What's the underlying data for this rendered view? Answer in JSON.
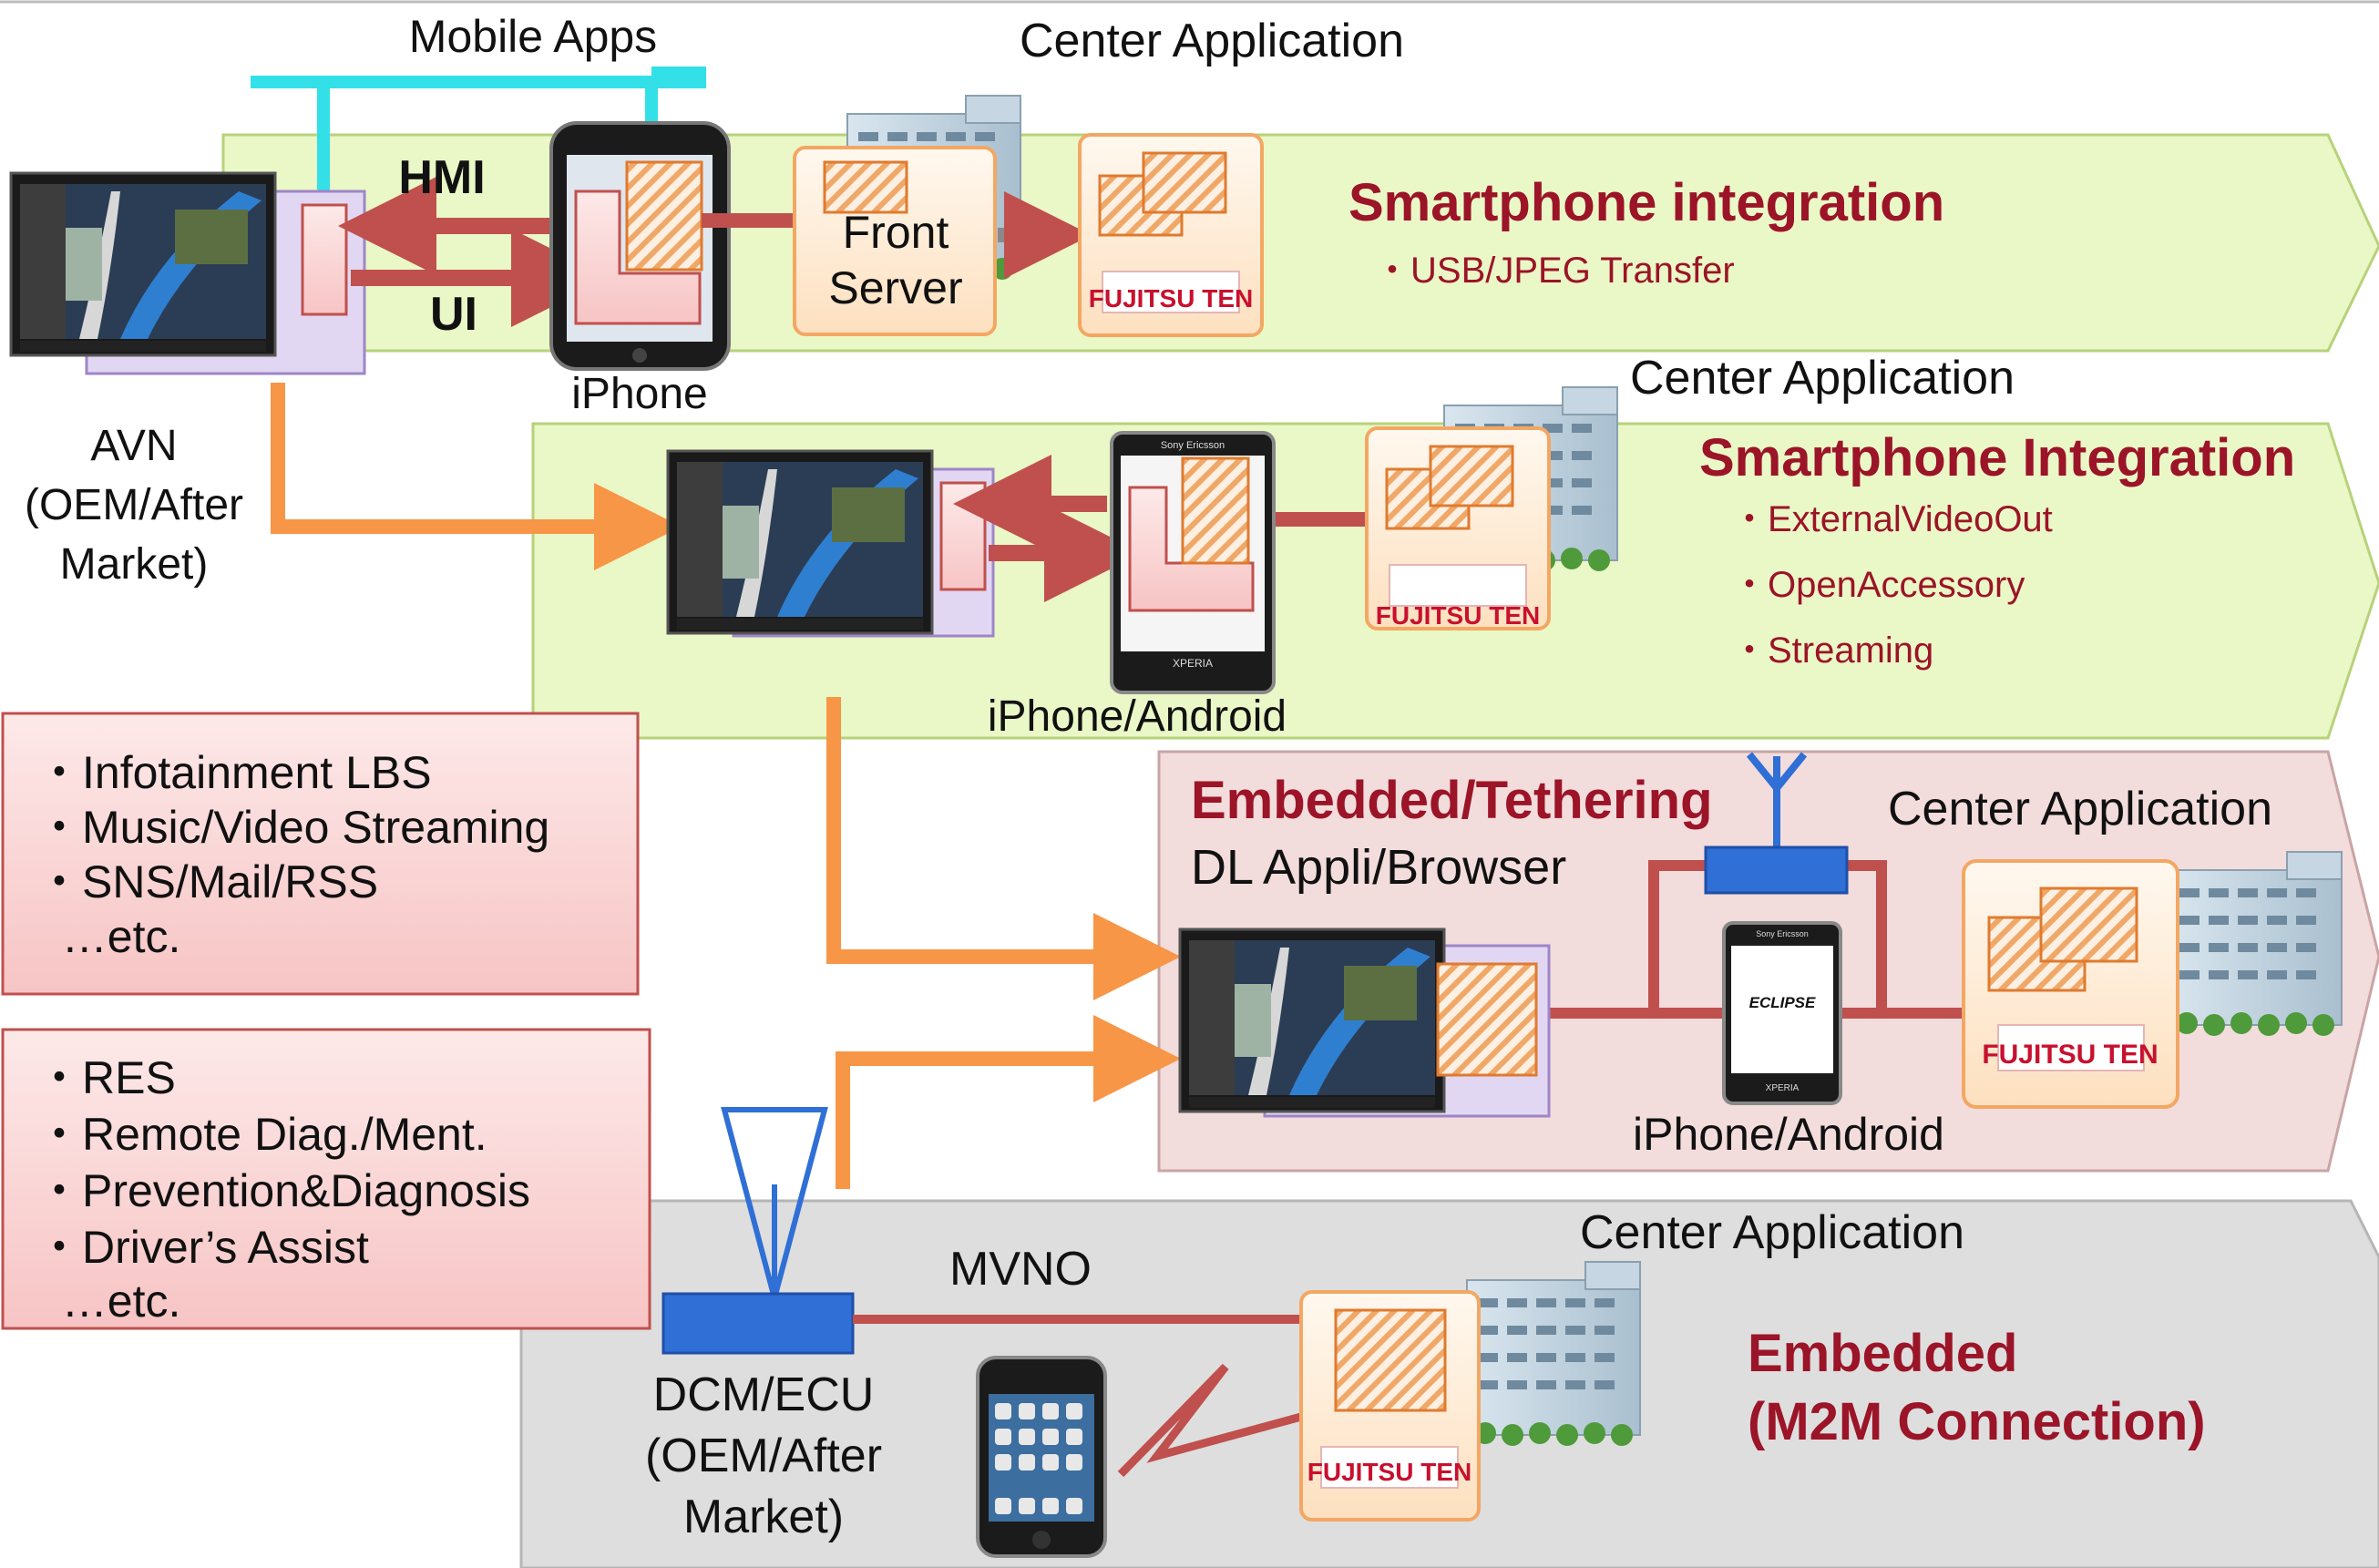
{
  "labels": {
    "mobile_apps": "Mobile Apps",
    "center_app_1": "Center Application",
    "center_app_2": "Center Application",
    "center_app_3": "Center Application",
    "center_app_4": "Center Application",
    "hmi": "HMI",
    "ui": "UI",
    "iphone": "iPhone",
    "front_server_line1": "Front",
    "front_server_line2": "Server",
    "avn_line1": "AVN",
    "avn_line2": "(OEM/After",
    "avn_line3": "Market)",
    "iphone_android_1": "iPhone/Android",
    "iphone_android_2": "iPhone/Android",
    "dl_appli": "DL Appli/Browser",
    "mvno": "MVNO",
    "dcm_line1": "DCM/ECU",
    "dcm_line2": "(OEM/After",
    "dcm_line3": "Market)",
    "fujitsu_ten": "FUJITSU TEN",
    "eclipse": "ECLIPSE",
    "xperia": "XPERIA",
    "sony_ericsson": "Sony Ericsson"
  },
  "sections": {
    "row1": {
      "title": "Smartphone integration",
      "items": [
        "・USB/JPEG Transfer"
      ]
    },
    "row2": {
      "title": "Smartphone Integration",
      "items": [
        "・ExternalVideoOut",
        "・OpenAccessory",
        "・Streaming"
      ]
    },
    "row3": {
      "title": "Embedded/Tethering"
    },
    "row4": {
      "title_line1": "Embedded",
      "title_line2": "(M2M Connection)"
    }
  },
  "callout_infotainment": [
    "・Infotainment LBS",
    "・Music/Video Streaming",
    "・SNS/Mail/RSS",
    "  …etc."
  ],
  "callout_res": [
    "・RES",
    "・Remote Diag./Ment.",
    "・Prevention&Diagnosis",
    "・Driver’s Assist",
    "  …etc."
  ],
  "colors": {
    "green_band": "#eaf7c6",
    "pink_band": "#f3dcdc",
    "gray_band": "#dedede",
    "title_red": "#9b1428",
    "arrow_red": "#c0504d",
    "arrow_orange": "#f79646",
    "cyan": "#33e0e8",
    "blue": "#2f6fd6"
  }
}
